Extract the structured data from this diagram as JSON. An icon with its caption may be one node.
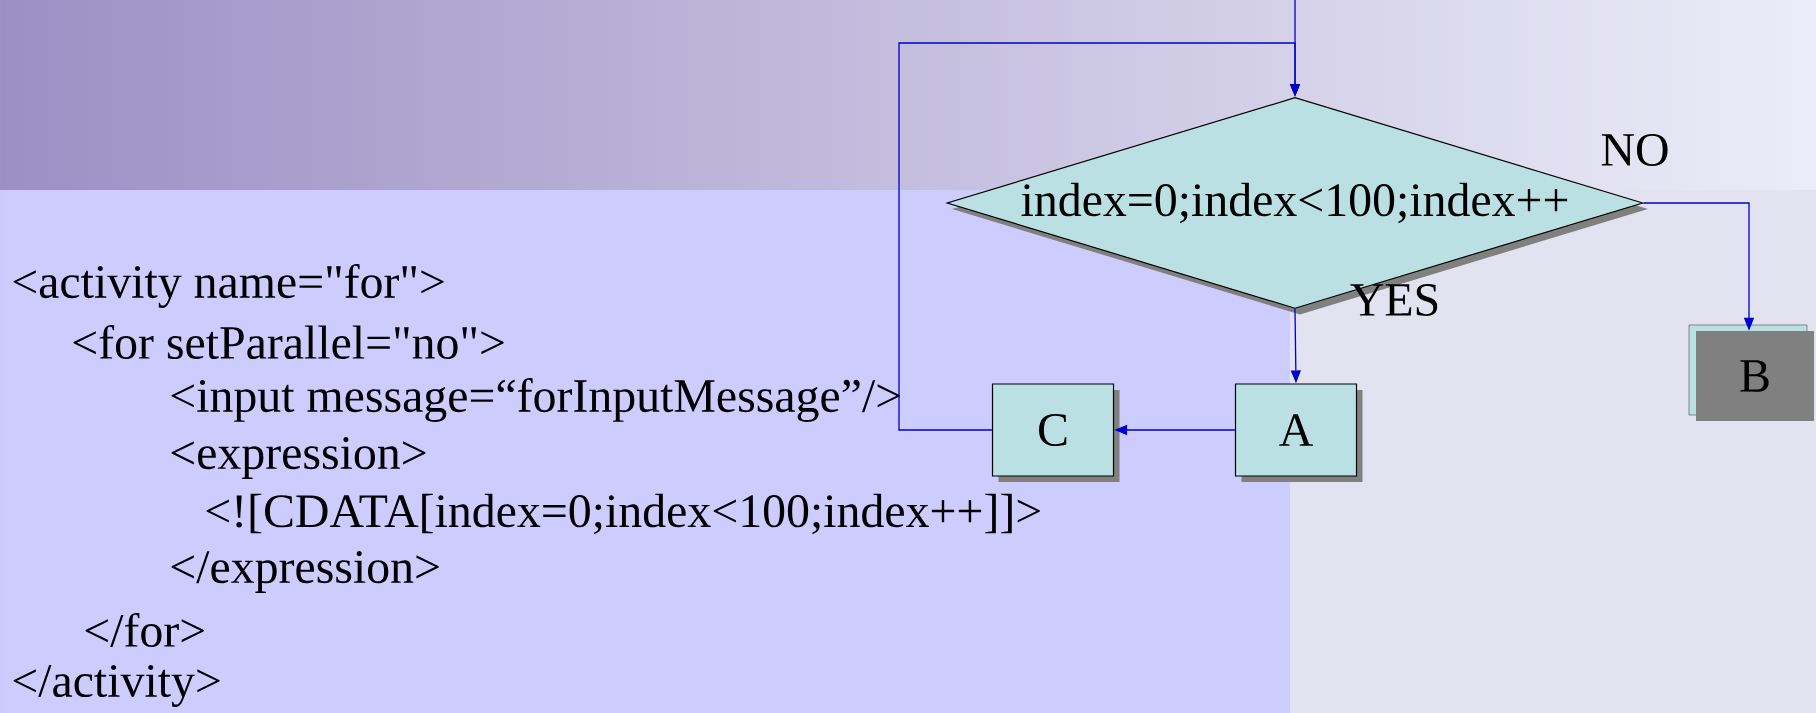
{
  "diagram": {
    "nodes": [
      {
        "text": [
          "index=0;index<100;index++"
        ]
      },
      {
        "text": [
          "A"
        ]
      },
      {
        "text": [
          "C"
        ]
      },
      {
        "text": [
          "B"
        ]
      }
    ],
    "edges": [
      {
        "from": null,
        "to": 0,
        "arrow": "to"
      },
      {
        "from": 0,
        "to": 1,
        "arrow": "to",
        "label": "YES"
      },
      {
        "from": 1,
        "to": 2,
        "arrow": "to"
      },
      {
        "from": 2,
        "to": 0,
        "arrow": "to"
      },
      {
        "from": 0,
        "to": 3,
        "arrow": "to",
        "label": "NO"
      }
    ],
    "labels": [
      "<activity name=\"for\">",
      "<for setParallel=\"no\">",
      "<input message=“forInputMessage”/>",
      "<expression>",
      "<![CDATA[index=0;index<100;index++]]>",
      "</expression>",
      "</for>",
      "</activity>"
    ]
  }
}
